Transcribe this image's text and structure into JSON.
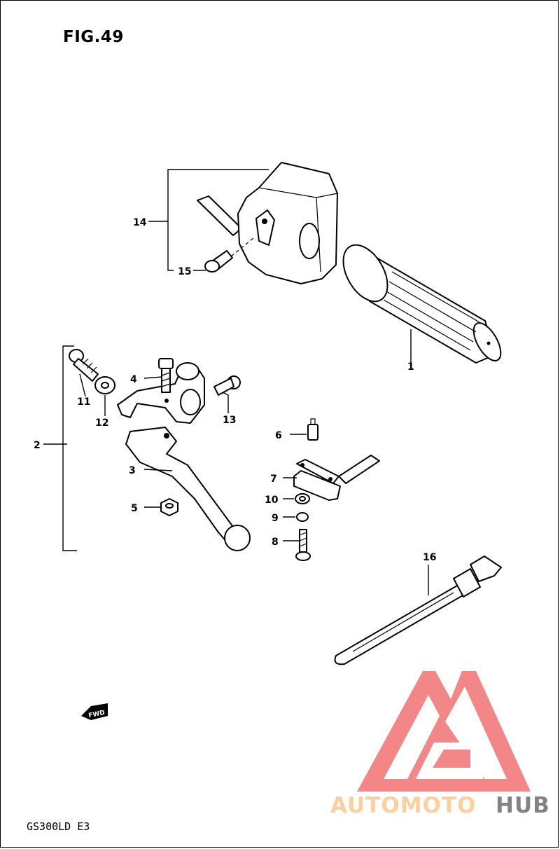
{
  "figure": {
    "title": "FIG.49",
    "model_code": "GS300LD E3",
    "direction_marker": "FWD"
  },
  "watermark": {
    "brand_part1": "AUTOMOTO",
    "brand_part2": "HUB",
    "color_part1": "#F8C88E",
    "color_part2": "#6E6E6E",
    "logo_color": "#F27272"
  },
  "callouts": [
    {
      "id": "1",
      "part": "handlebar grip"
    },
    {
      "id": "2",
      "part": "lever holder assembly"
    },
    {
      "id": "3",
      "part": "lever"
    },
    {
      "id": "4",
      "part": "holder bolt"
    },
    {
      "id": "5",
      "part": "nut"
    },
    {
      "id": "6",
      "part": "switch terminal"
    },
    {
      "id": "7",
      "part": "switch"
    },
    {
      "id": "8",
      "part": "screw"
    },
    {
      "id": "9",
      "part": "washer"
    },
    {
      "id": "10",
      "part": "nut"
    },
    {
      "id": "11",
      "part": "bolt"
    },
    {
      "id": "12",
      "part": "cushion washer"
    },
    {
      "id": "13",
      "part": "screw"
    },
    {
      "id": "14",
      "part": "handlebar switch housing"
    },
    {
      "id": "15",
      "part": "screw"
    },
    {
      "id": "16",
      "part": "clamp band"
    }
  ]
}
